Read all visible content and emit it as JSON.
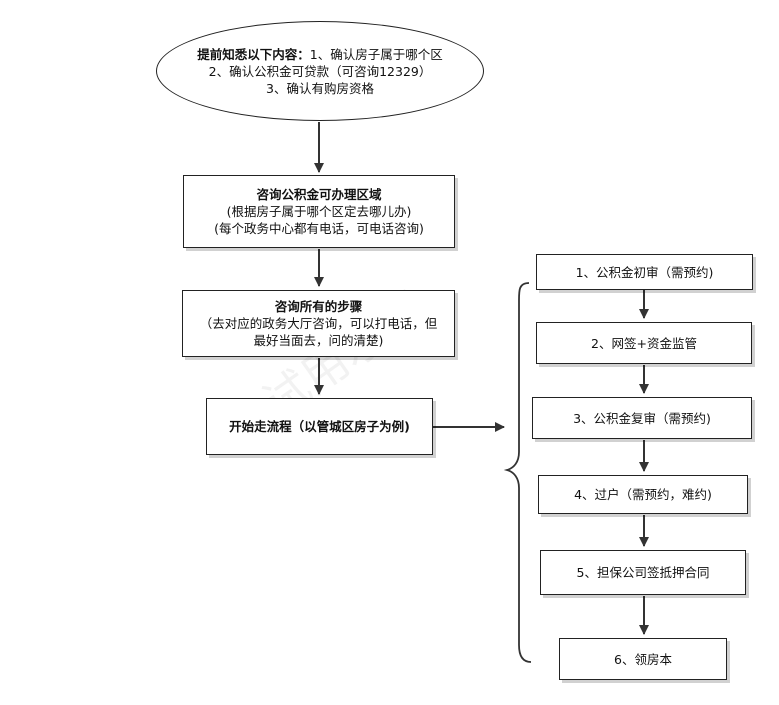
{
  "start": {
    "line1_bold": "提前知悉以下内容：",
    "line1_rest": "1、确认房子属于哪个区",
    "line2": "2、确认公积金可贷款（可咨询12329）",
    "line3": "3、确认有购房资格"
  },
  "box1": {
    "title": "咨询公积金可办理区域",
    "line2": "(根据房子属于哪个区定去哪儿办)",
    "line3": "(每个政务中心都有电话，可电话咨询)"
  },
  "box2": {
    "title": "咨询所有的步骤",
    "line2": "（去对应的政务大厅咨询，可以打电话，但",
    "line3": "最好当面去，问的清楚)"
  },
  "box3": {
    "title": "开始走流程（以管城区房子为例)"
  },
  "steps": [
    "1、公积金初审（需预约)",
    "2、网签+资金监管",
    "3、公积金复审（需预约)",
    "4、过户（需预约，难约)",
    "5、担保公司签抵押合同",
    "6、领房本"
  ],
  "watermark": "试用水印"
}
